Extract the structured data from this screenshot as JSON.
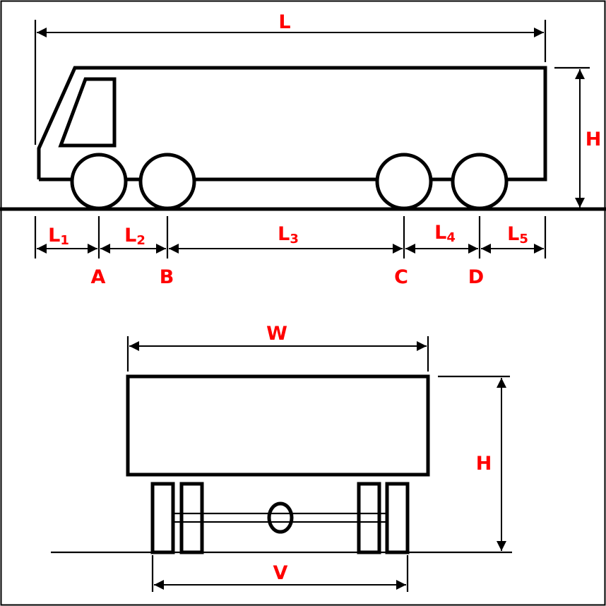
{
  "side_view": {
    "length_label": "L",
    "height_label": "H",
    "segments": [
      {
        "main": "L",
        "sub": "1"
      },
      {
        "main": "L",
        "sub": "2"
      },
      {
        "main": "L",
        "sub": "3"
      },
      {
        "main": "L",
        "sub": "4"
      },
      {
        "main": "L",
        "sub": "5"
      }
    ],
    "axles": [
      "A",
      "B",
      "C",
      "D"
    ]
  },
  "front_view": {
    "width_label": "W",
    "height_label": "H",
    "track_label": "V"
  },
  "colors": {
    "label": "#ff0000",
    "line": "#000000",
    "background": "#ffffff"
  }
}
